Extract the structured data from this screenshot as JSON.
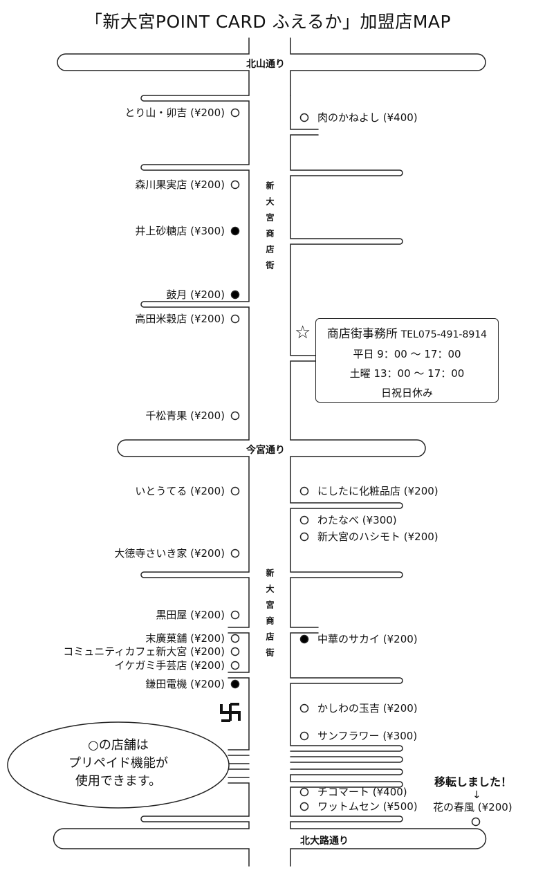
{
  "title": "「新大宮POINT CARD ふえるか」加盟店MAP",
  "roads": {
    "kitayama": "北山通り",
    "imamiya": "今宮通り",
    "kitaoji": "北大路通り",
    "shotengai_upper": "新大宮商店街",
    "shotengai_lower": "新大宮商店街"
  },
  "left_shops": [
    {
      "name": "とり山・卯吉 (¥200)",
      "prepaid": true
    },
    {
      "name": "森川果実店 (¥200)",
      "prepaid": true
    },
    {
      "name": "井上砂糖店 (¥300)",
      "prepaid": false
    },
    {
      "name": "鼓月 (¥200)",
      "prepaid": false
    },
    {
      "name": "高田米穀店 (¥200)",
      "prepaid": true
    },
    {
      "name": "千松青果 (¥200)",
      "prepaid": true
    },
    {
      "name": "いとうてる (¥200)",
      "prepaid": true
    },
    {
      "name": "大徳寺さいき家 (¥200)",
      "prepaid": true
    },
    {
      "name": "黒田屋 (¥200)",
      "prepaid": true
    },
    {
      "name": "末廣菓舗 (¥200)",
      "prepaid": true
    },
    {
      "name": "コミュニティカフェ新大宮 (¥200)",
      "prepaid": true
    },
    {
      "name": "イケガミ手芸店 (¥200)",
      "prepaid": true
    },
    {
      "name": "鎌田電機 (¥200)",
      "prepaid": false
    }
  ],
  "right_shops": [
    {
      "name": "肉のかねよし (¥400)",
      "prepaid": true
    },
    {
      "name": "にしたに化粧品店 (¥200)",
      "prepaid": true
    },
    {
      "name": "わたなべ (¥300)",
      "prepaid": true
    },
    {
      "name": "新大宮のハシモト (¥200)",
      "prepaid": true
    },
    {
      "name": "中華のサカイ (¥200)",
      "prepaid": false
    },
    {
      "name": "かしわの玉吉 (¥200)",
      "prepaid": true
    },
    {
      "name": "サンフラワー (¥300)",
      "prepaid": true
    },
    {
      "name": "チコマート (¥400)",
      "prepaid": true
    },
    {
      "name": "ワットムセン (¥500)",
      "prepaid": true
    }
  ],
  "office": {
    "name": "商店街事務所",
    "tel": "TEL075-491-8914",
    "weekday": "平日 9：00 〜 17：00",
    "saturday": "土曜 13：00 〜 17：00",
    "closed": "日祝日休み",
    "icon": "star-outline-icon"
  },
  "legend": {
    "line1": "○の店舗は",
    "line2": "プリペイド機能が",
    "line3": "使用できます。"
  },
  "moved": {
    "notice": "移転しました！",
    "arrow": "↓",
    "name": "花の春風 (¥200)",
    "prepaid": true
  },
  "temple_icon": "manji-temple-icon",
  "colors": {
    "line": "#222222",
    "filled_marker": "#000000"
  }
}
